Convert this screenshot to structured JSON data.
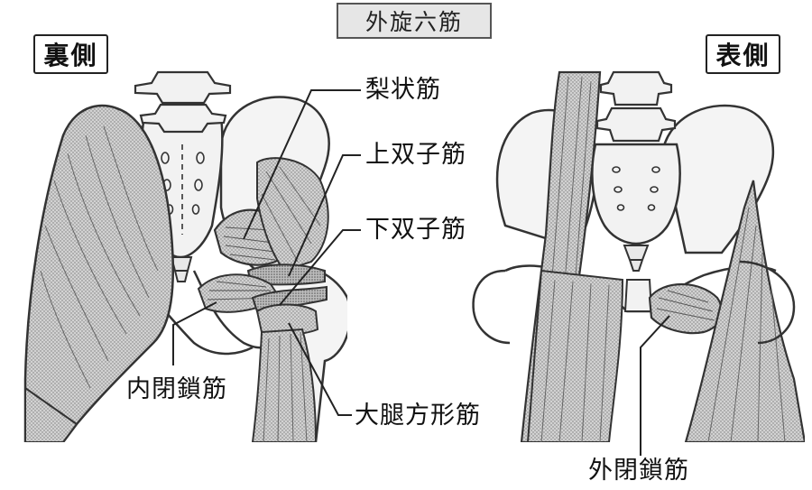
{
  "title": "外旋六筋",
  "views": {
    "back": "裏側",
    "front": "表側"
  },
  "muscles": {
    "piriformis": "梨状筋",
    "gemellus_superior": "上双子筋",
    "gemellus_inferior": "下双子筋",
    "obturator_internus": "内閉鎖筋",
    "quadratus_femoris": "大腿方形筋",
    "obturator_externus": "外閉鎖筋"
  }
}
